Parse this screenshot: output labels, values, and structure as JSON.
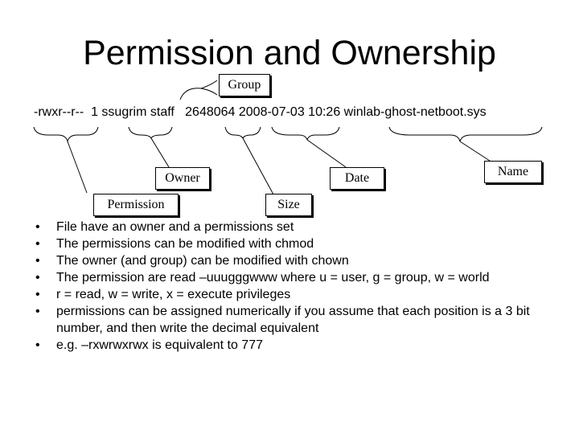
{
  "slide": {
    "title": "Permission and Ownership",
    "listing": "-rwxr--r--  1 ssugrim staff   2648064 2008-07-03 10:26 winlab-ghost-netboot.sys",
    "callouts": {
      "group": "Group",
      "owner": "Owner",
      "date": "Date",
      "name": "Name",
      "permission": "Permission",
      "size": "Size"
    },
    "bullet_glyph": "•",
    "bullets": [
      "File have an owner and a permissions set",
      "The permissions can be modified with chmod",
      "The owner (and group) can be modified with chown",
      "The permission are read –uuugggwww where u = user, g = group, w = world",
      "r = read, w = write, x = execute privileges",
      "permissions can be assigned numerically if you assume that each position is a 3 bit number, and then write the decimal equivalent",
      "e.g. –rxwrwxrwx is equivalent to 777"
    ]
  }
}
